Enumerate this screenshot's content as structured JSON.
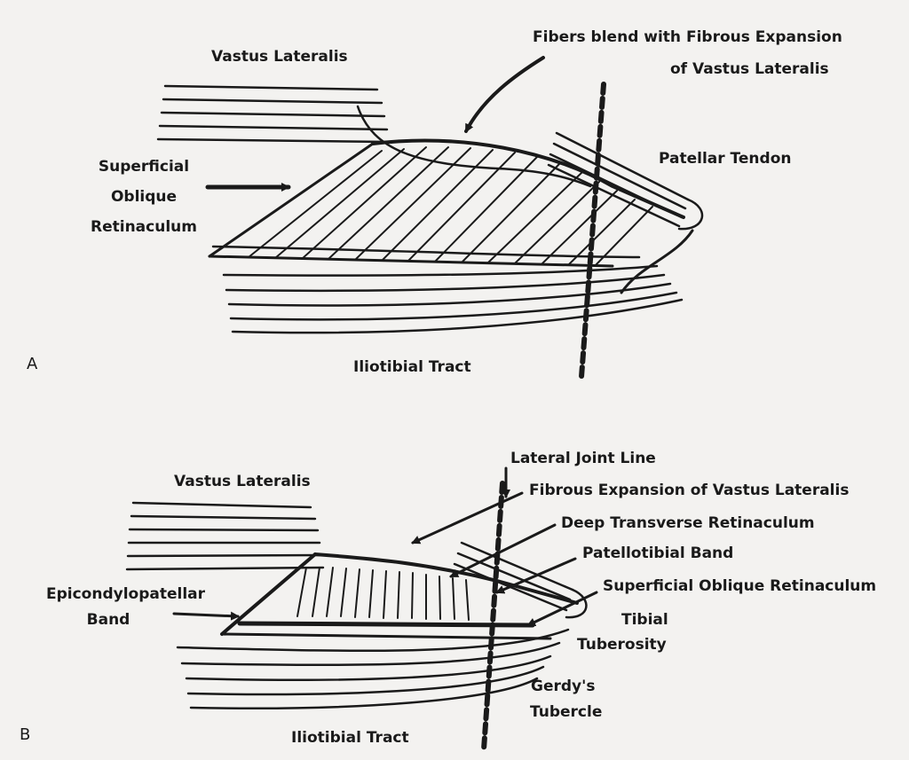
{
  "panel_a": {
    "letter": "A",
    "vastus_lateralis": "Vastus Lateralis",
    "fibers_blend_line1": "Fibers blend with Fibrous Expansion",
    "fibers_blend_line2": "of Vastus Lateralis",
    "patellar_tendon": "Patellar Tendon",
    "superficial_oblique_line1": "Superficial",
    "superficial_oblique_line2": "Oblique",
    "superficial_oblique_line3": "Retinaculum",
    "iliotibial_tract": "Iliotibial Tract"
  },
  "panel_b": {
    "letter": "B",
    "lateral_joint_line": "Lateral Joint Line",
    "vastus_lateralis": "Vastus Lateralis",
    "fibrous_expansion": "Fibrous Expansion of Vastus Lateralis",
    "deep_transverse": "Deep Transverse Retinaculum",
    "patellotibial": "Patellotibial Band",
    "superficial_oblique": "Superficial Oblique Retinaculum",
    "epicondylopatellar_line1": "Epicondylopatellar",
    "epicondylopatellar_line2": "Band",
    "tibial_tuberosity_line1": "Tibial",
    "tibial_tuberosity_line2": "Tuberosity",
    "gerdys_line1": "Gerdy's",
    "gerdys_line2": "Tubercle",
    "iliotibial_tract": "Iliotibial Tract"
  }
}
